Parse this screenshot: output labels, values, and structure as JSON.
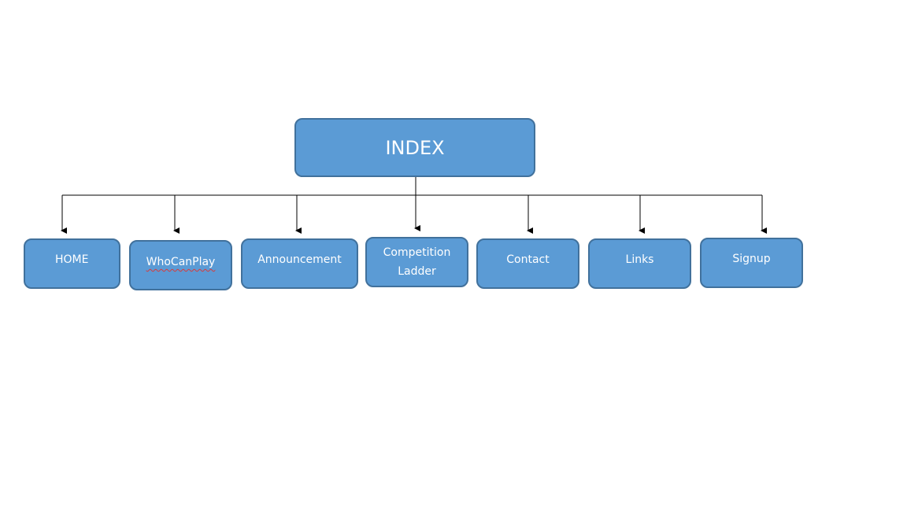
{
  "diagram": {
    "root": {
      "id": "index",
      "label": "INDEX"
    },
    "children": [
      {
        "id": "home",
        "label": "HOME"
      },
      {
        "id": "whocanplay",
        "label": "WhoCanPlay",
        "spellcheck_underline": true
      },
      {
        "id": "announcement",
        "label": "Announcement"
      },
      {
        "id": "competition-ladder",
        "label": "Competition Ladder"
      },
      {
        "id": "contact",
        "label": "Contact"
      },
      {
        "id": "links",
        "label": "Links"
      },
      {
        "id": "signup",
        "label": "Signup"
      }
    ],
    "colors": {
      "node_fill": "#5b9bd5",
      "node_border": "#41719c",
      "node_text": "#ffffff",
      "connector": "#000000",
      "spellcheck": "#d83a3a"
    }
  }
}
